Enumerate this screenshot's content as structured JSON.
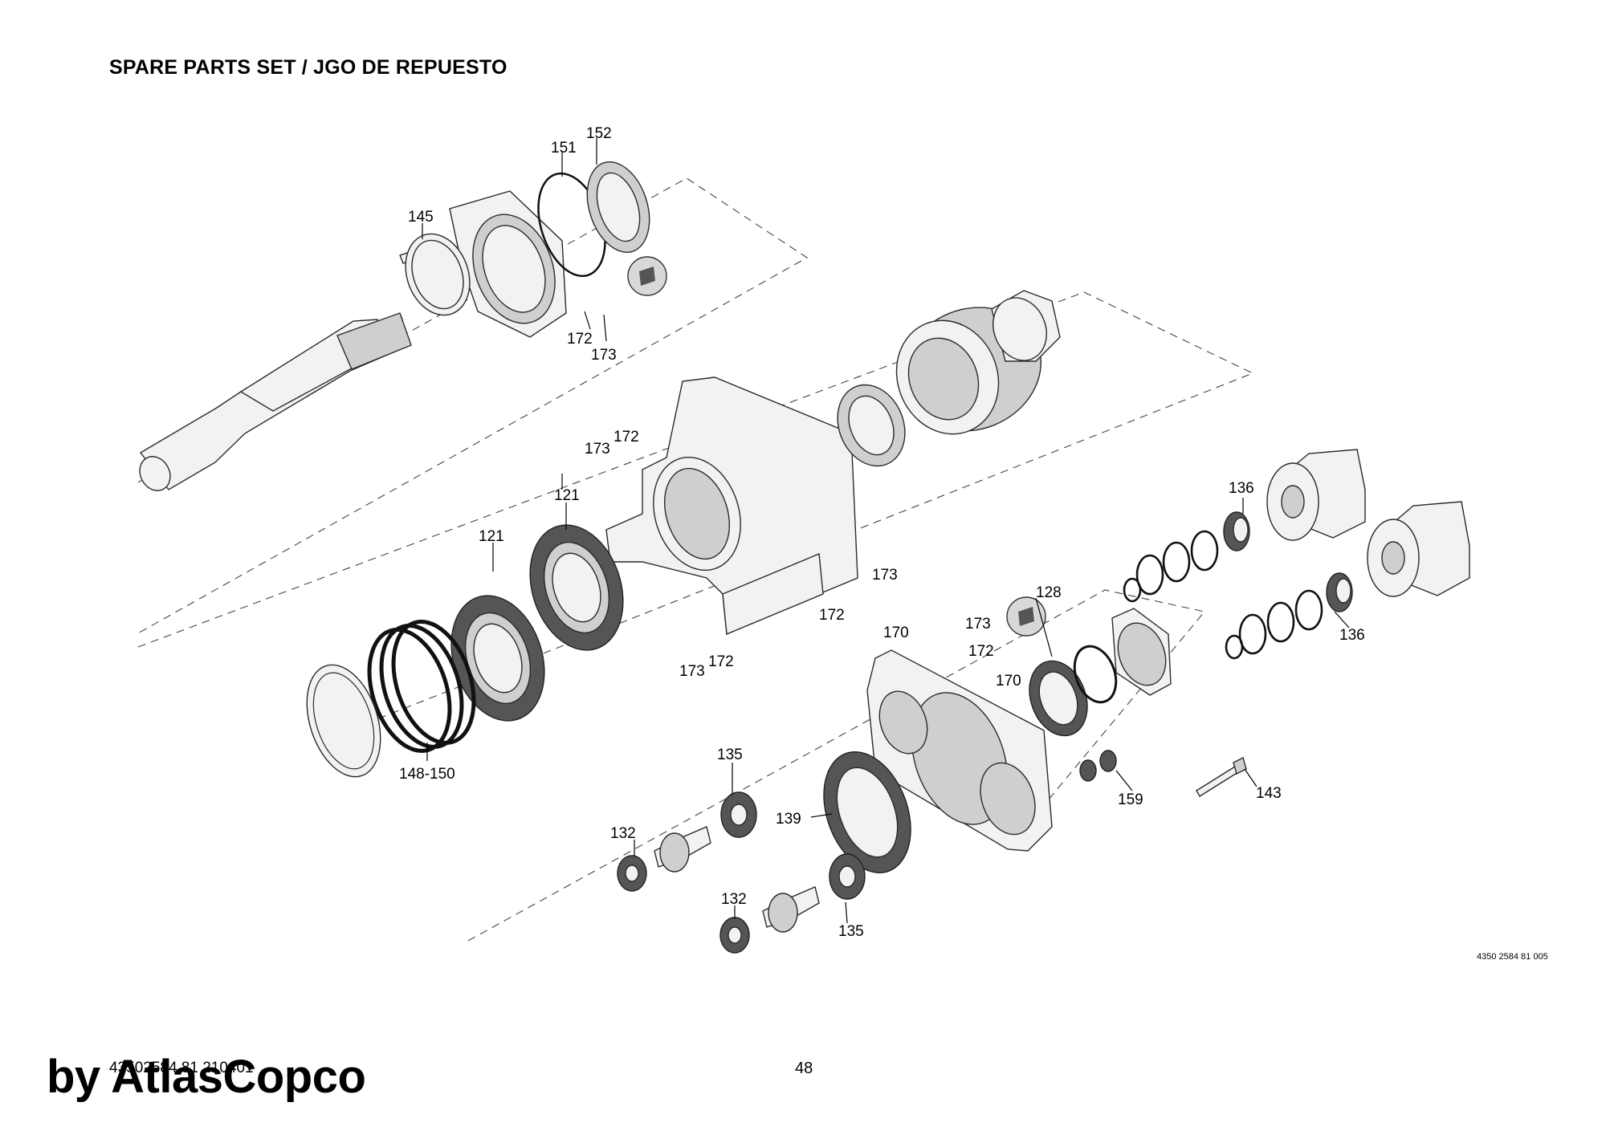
{
  "header": {
    "title": "SPARE PARTS SET / JGO DE REPUESTO"
  },
  "callouts": {
    "c151": "151",
    "c152": "152",
    "c145": "145",
    "c172a": "172",
    "c173a": "173",
    "c173b": "173",
    "c172b": "172",
    "c121a": "121",
    "c121b": "121",
    "c173c": "173",
    "c172c": "172",
    "c172d": "172",
    "c173d": "173",
    "c136a": "136",
    "c136b": "136",
    "c128": "128",
    "c173e": "173",
    "c172e": "172",
    "c170a": "170",
    "c170b": "170",
    "c148": "148-150",
    "c135a": "135",
    "c132a": "132",
    "c139": "139",
    "c159": "159",
    "c143": "143",
    "c132b": "132",
    "c135b": "135"
  },
  "drawing_ref": "4350 2584 81 005",
  "footer": {
    "doc_code": "43502584 81 210401",
    "page_number": "48",
    "watermark": "by AtlasCopco"
  }
}
